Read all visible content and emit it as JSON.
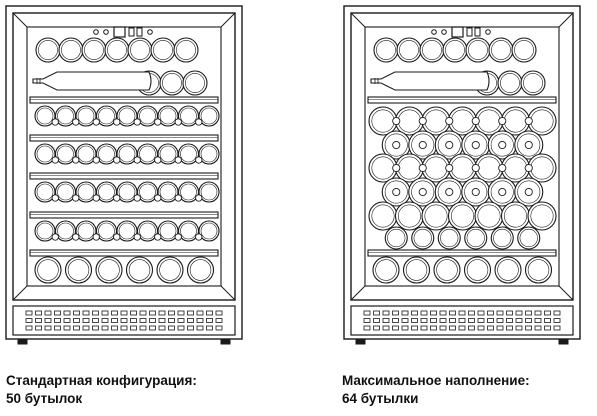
{
  "colors": {
    "stroke": "#1a1a1a",
    "background": "#ffffff",
    "text": "#111111"
  },
  "fridges": [
    {
      "id": "standard",
      "layout": "standard",
      "caption_line1": "Стандартная конфигурация:",
      "caption_line2": "50 бутылок",
      "bottle_count": 50
    },
    {
      "id": "maximum",
      "layout": "maximum",
      "caption_line1": "Максимальное наполнение:",
      "caption_line2": "64 бутылки",
      "bottle_count": 64
    }
  ]
}
